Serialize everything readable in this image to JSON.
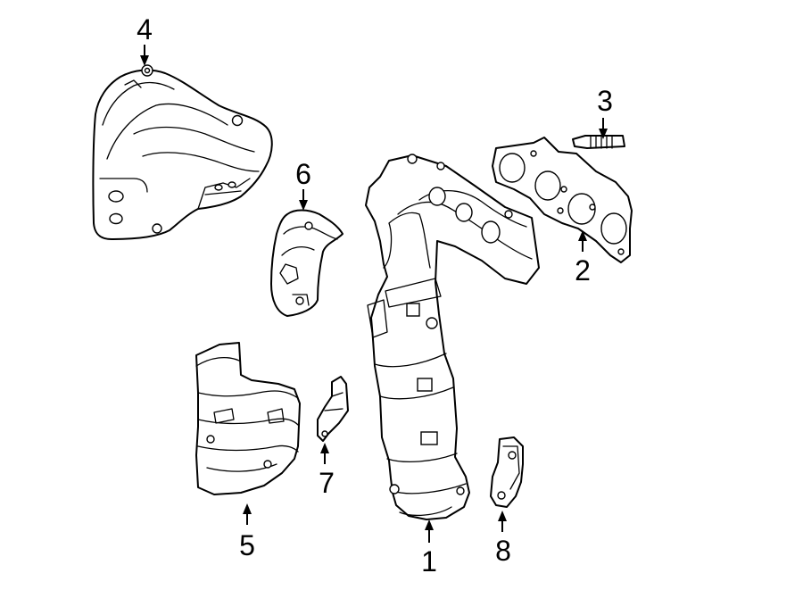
{
  "callouts": [
    {
      "number": "1",
      "part": "catalytic-converter-manifold"
    },
    {
      "number": "2",
      "part": "manifold-gasket"
    },
    {
      "number": "3",
      "part": "stud"
    },
    {
      "number": "4",
      "part": "upper-heat-shield"
    },
    {
      "number": "5",
      "part": "lower-heat-shield"
    },
    {
      "number": "6",
      "part": "heat-shield"
    },
    {
      "number": "7",
      "part": "bracket"
    },
    {
      "number": "8",
      "part": "support-bracket"
    }
  ]
}
